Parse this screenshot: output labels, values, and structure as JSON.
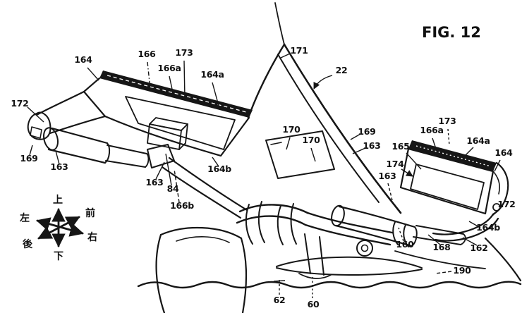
{
  "figure": {
    "title": "FIG. 12",
    "type_note": "patent line drawing of motorcycle handlebar mirror assemblies",
    "colors": {
      "ink": "#161616",
      "background": "#ffffff"
    }
  },
  "compass": {
    "up": "上",
    "down": "下",
    "front": "前",
    "rear": "後",
    "left": "左",
    "right": "右"
  },
  "ref_labels": [
    "164",
    "166",
    "173",
    "166a",
    "164a",
    "171",
    "22",
    "172",
    "169",
    "163",
    "163",
    "84",
    "166b",
    "164b",
    "170",
    "170",
    "169",
    "163",
    "165",
    "166a",
    "173",
    "164a",
    "164",
    "174",
    "163",
    "172",
    "164b",
    "160",
    "168",
    "162",
    "190",
    "60",
    "62"
  ]
}
